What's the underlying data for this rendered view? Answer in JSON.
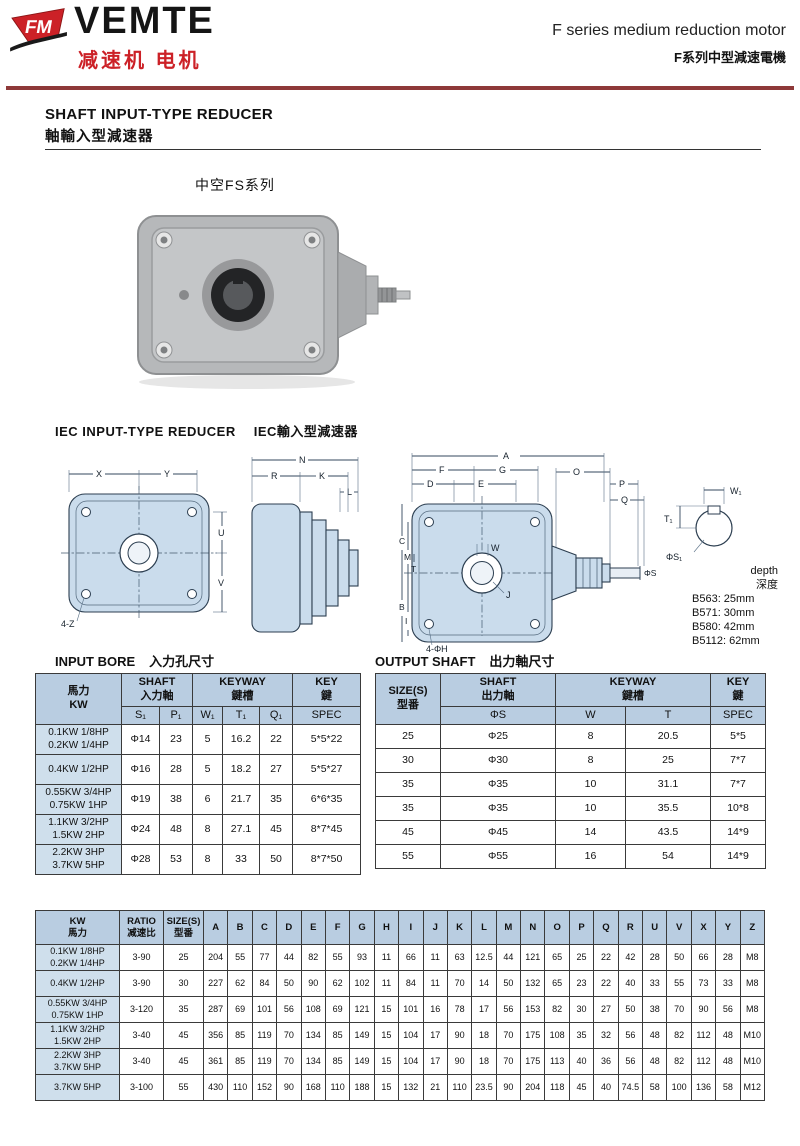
{
  "colors": {
    "brand_red": "#cc2127",
    "rule_red": "#8e3939",
    "table_blue": "#b9cde1",
    "first_col_blue": "#cfdfec",
    "diagram_blue": "#cadcec",
    "line_dark": "#2c3e50"
  },
  "header": {
    "logo_monogram": "FM",
    "brand": "VEMTE",
    "brand_sub": "减速机 电机",
    "tagline_en": "F series medium reduction motor",
    "tagline_zh": "F系列中型減速電機"
  },
  "section": {
    "title_en": "SHAFT INPUT-TYPE REDUCER",
    "title_zh": "軸輸入型減速器",
    "series_label": "中空FS系列",
    "iec_heading_en": "IEC INPUT-TYPE REDUCER",
    "iec_heading_zh": "IEC輸入型減速器"
  },
  "diagrams": {
    "front_view": {
      "top": [
        "X",
        "Y"
      ],
      "right": [
        "U",
        "V"
      ],
      "corner_note": "4-Z"
    },
    "side_view": {
      "top": [
        "N",
        "R",
        "K",
        "L"
      ]
    },
    "main_view": {
      "top": [
        "A",
        "F",
        "G",
        "D",
        "E",
        "O",
        "P",
        "Q"
      ],
      "left": [
        "C",
        "M",
        "T",
        "B",
        "I"
      ],
      "center": [
        "W",
        "J"
      ],
      "shaft_dim": "ΦS",
      "corner_note": "4-ΦH"
    },
    "bore_detail": {
      "width_label": "W₁",
      "depth_label": "T₁",
      "dia_label": "ΦS₁",
      "depth_en": "depth",
      "depth_zh": "深度",
      "notes": [
        "B563: 25mm",
        "B571: 30mm",
        "B580: 42mm",
        "B5112: 62mm"
      ]
    }
  },
  "input_table": {
    "title_en": "INPUT BORE",
    "title_zh": "入力孔尺寸",
    "head1": [
      {
        "lines": [
          "馬力",
          "KW"
        ],
        "rowspan": 2
      },
      {
        "lines": [
          "SHAFT",
          "入力軸"
        ],
        "colspan": 2
      },
      {
        "lines": [
          "KEYWAY",
          "鍵槽"
        ],
        "colspan": 3
      },
      {
        "lines": [
          "KEY",
          "鍵"
        ]
      }
    ],
    "head2": [
      "S₁",
      "P₁",
      "W₁",
      "T₁",
      "Q₁",
      "SPEC"
    ],
    "rows": [
      {
        "label": [
          "0.1KW 1/8HP",
          "0.2KW 1/4HP"
        ],
        "values": [
          "Φ14",
          "23",
          "5",
          "16.2",
          "22",
          "5*5*22"
        ]
      },
      {
        "label": [
          "0.4KW 1/2HP"
        ],
        "values": [
          "Φ16",
          "28",
          "5",
          "18.2",
          "27",
          "5*5*27"
        ]
      },
      {
        "label": [
          "0.55KW 3/4HP",
          "0.75KW 1HP"
        ],
        "values": [
          "Φ19",
          "38",
          "6",
          "21.7",
          "35",
          "6*6*35"
        ]
      },
      {
        "label": [
          "1.1KW 3/2HP",
          "1.5KW 2HP"
        ],
        "values": [
          "Φ24",
          "48",
          "8",
          "27.1",
          "45",
          "8*7*45"
        ]
      },
      {
        "label": [
          "2.2KW 3HP",
          "3.7KW 5HP"
        ],
        "values": [
          "Φ28",
          "53",
          "8",
          "33",
          "50",
          "8*7*50"
        ]
      }
    ]
  },
  "output_table": {
    "title_en": "OUTPUT SHAFT",
    "title_zh": "出力軸尺寸",
    "head1": [
      {
        "lines": [
          "SIZE(S)",
          "型番"
        ],
        "rowspan": 2
      },
      {
        "lines": [
          "SHAFT",
          "出力軸"
        ]
      },
      {
        "lines": [
          "KEYWAY",
          "鍵槽"
        ],
        "colspan": 2
      },
      {
        "lines": [
          "KEY",
          "鍵"
        ]
      }
    ],
    "head2": [
      "ΦS",
      "W",
      "T",
      "SPEC"
    ],
    "rows": [
      {
        "values": [
          "25",
          "Φ25",
          "8",
          "20.5",
          "5*5"
        ]
      },
      {
        "values": [
          "30",
          "Φ30",
          "8",
          "25",
          "7*7"
        ]
      },
      {
        "values": [
          "35",
          "Φ35",
          "10",
          "31.1",
          "7*7"
        ]
      },
      {
        "values": [
          "35",
          "Φ35",
          "10",
          "35.5",
          "10*8"
        ]
      },
      {
        "values": [
          "45",
          "Φ45",
          "14",
          "43.5",
          "14*9"
        ]
      },
      {
        "values": [
          "55",
          "Φ55",
          "16",
          "54",
          "14*9"
        ]
      }
    ]
  },
  "dim_table": {
    "head1": [
      {
        "lines": [
          "KW",
          "馬力"
        ]
      },
      {
        "lines": [
          "RATIO",
          "减速比"
        ]
      },
      {
        "lines": [
          "SIZE(S)",
          "型番"
        ]
      },
      {
        "lines": "A"
      },
      {
        "lines": "B"
      },
      {
        "lines": "C"
      },
      {
        "lines": "D"
      },
      {
        "lines": "E"
      },
      {
        "lines": "F"
      },
      {
        "lines": "G"
      },
      {
        "lines": "H"
      },
      {
        "lines": "I"
      },
      {
        "lines": "J"
      },
      {
        "lines": "K"
      },
      {
        "lines": "L"
      },
      {
        "lines": "M"
      },
      {
        "lines": "N"
      },
      {
        "lines": "O"
      },
      {
        "lines": "P"
      },
      {
        "lines": "Q"
      },
      {
        "lines": "R"
      },
      {
        "lines": "U"
      },
      {
        "lines": "V"
      },
      {
        "lines": "X"
      },
      {
        "lines": "Y"
      },
      {
        "lines": "Z"
      }
    ],
    "rows": [
      {
        "label": [
          "0.1KW 1/8HP",
          "0.2KW 1/4HP"
        ],
        "values": [
          "3-90",
          "25",
          "204",
          "55",
          "77",
          "44",
          "82",
          "55",
          "93",
          "11",
          "66",
          "11",
          "63",
          "12.5",
          "44",
          "121",
          "65",
          "25",
          "22",
          "42",
          "28",
          "50",
          "66",
          "28",
          "M8"
        ]
      },
      {
        "label": [
          "0.4KW 1/2HP"
        ],
        "values": [
          "3-90",
          "30",
          "227",
          "62",
          "84",
          "50",
          "90",
          "62",
          "102",
          "11",
          "84",
          "11",
          "70",
          "14",
          "50",
          "132",
          "65",
          "23",
          "22",
          "40",
          "33",
          "55",
          "73",
          "33",
          "M8"
        ]
      },
      {
        "label": [
          "0.55KW 3/4HP",
          "0.75KW 1HP"
        ],
        "values": [
          "3-120",
          "35",
          "287",
          "69",
          "101",
          "56",
          "108",
          "69",
          "121",
          "15",
          "101",
          "16",
          "78",
          "17",
          "56",
          "153",
          "82",
          "30",
          "27",
          "50",
          "38",
          "70",
          "90",
          "56",
          "M8"
        ]
      },
      {
        "label": [
          "1.1KW 3/2HP",
          "1.5KW 2HP"
        ],
        "values": [
          "3-40",
          "45",
          "356",
          "85",
          "119",
          "70",
          "134",
          "85",
          "149",
          "15",
          "104",
          "17",
          "90",
          "18",
          "70",
          "175",
          "108",
          "35",
          "32",
          "56",
          "48",
          "82",
          "112",
          "48",
          "M10"
        ]
      },
      {
        "label": [
          "2.2KW 3HP",
          "3.7KW 5HP"
        ],
        "values": [
          "3-40",
          "45",
          "361",
          "85",
          "119",
          "70",
          "134",
          "85",
          "149",
          "15",
          "104",
          "17",
          "90",
          "18",
          "70",
          "175",
          "113",
          "40",
          "36",
          "56",
          "48",
          "82",
          "112",
          "48",
          "M10"
        ]
      },
      {
        "label": [
          "3.7KW 5HP"
        ],
        "values": [
          "3-100",
          "55",
          "430",
          "110",
          "152",
          "90",
          "168",
          "110",
          "188",
          "15",
          "132",
          "21",
          "110",
          "23.5",
          "90",
          "204",
          "118",
          "45",
          "40",
          "74.5",
          "58",
          "100",
          "136",
          "58",
          "M12"
        ]
      }
    ]
  }
}
